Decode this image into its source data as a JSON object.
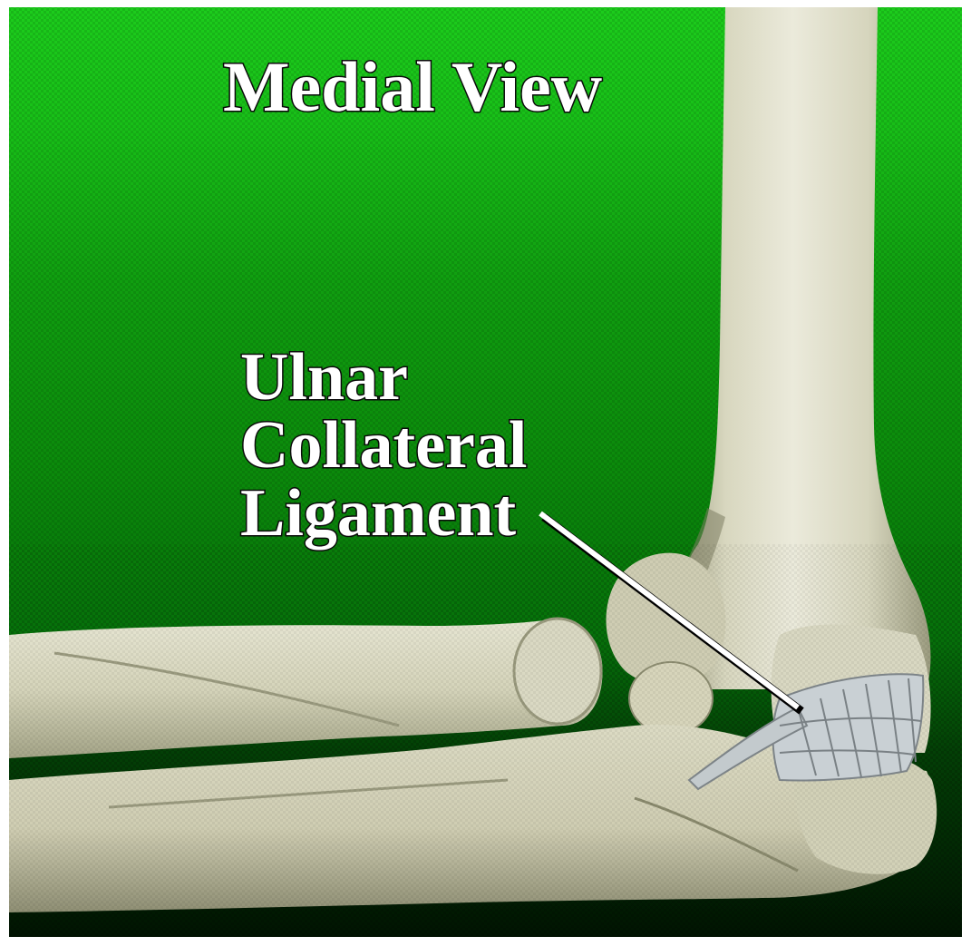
{
  "title": "Medial View",
  "label": {
    "lines": [
      "Ulnar",
      "Collateral",
      "Ligament"
    ]
  },
  "colors": {
    "background_top": "#19c419",
    "background_mid": "#0a8f0a",
    "background_bottom": "#021a02",
    "bone": "#e2e0c8",
    "bone_shadow": "#9a9a7c",
    "ligament": "#c8cfd2",
    "frame": "#ffffff"
  }
}
